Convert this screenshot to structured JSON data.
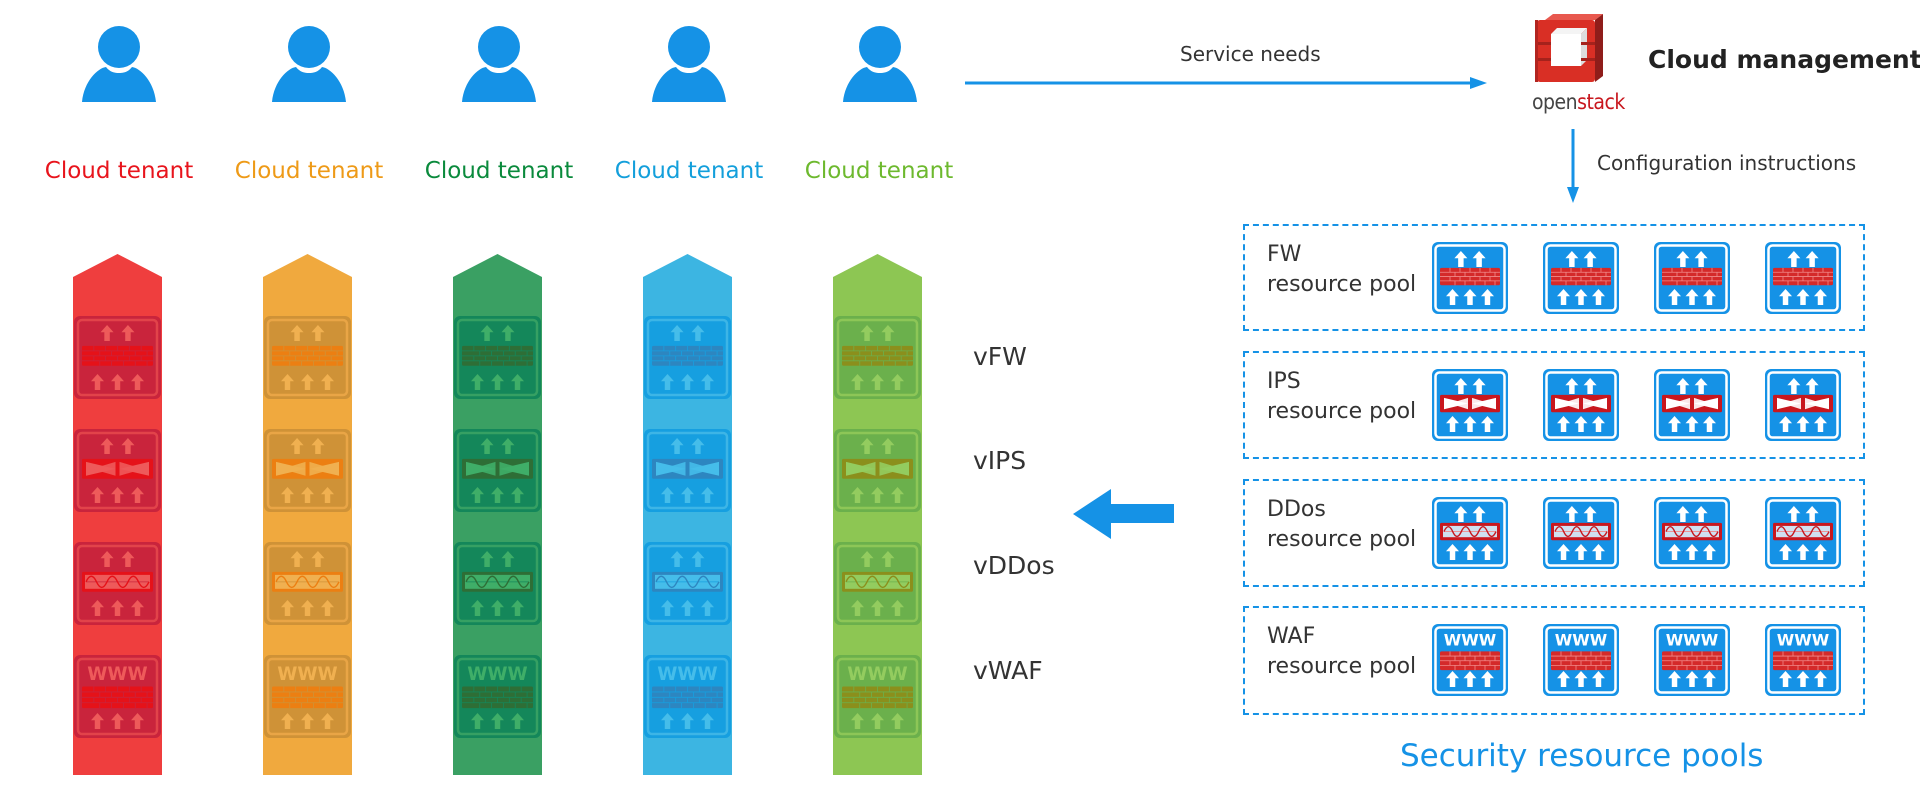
{
  "tenants": [
    {
      "label": "Cloud tenant",
      "color": "#e8141c",
      "pillar": "#ef3e3e",
      "box": "#c9243c",
      "box_border": "#e2434a",
      "glyph": "#e51219",
      "arrow": "#ee5a5a"
    },
    {
      "label": "Cloud tenant",
      "color": "#ee9a17",
      "pillar": "#f0a93e",
      "box": "#cf9237",
      "box_border": "#e9a546",
      "glyph": "#ec7f12",
      "arrow": "#f0b050"
    },
    {
      "label": "Cloud tenant",
      "color": "#0a8a3c",
      "pillar": "#3aa063",
      "box": "#14875a",
      "box_border": "#36a063",
      "glyph": "#2e6e36",
      "arrow": "#3fae68"
    },
    {
      "label": "Cloud tenant",
      "color": "#139fdb",
      "pillar": "#3cb5e2",
      "box": "#169fe0",
      "box_border": "#3db5e6",
      "glyph": "#2d86c0",
      "arrow": "#45bdea"
    },
    {
      "label": "Cloud tenant",
      "color": "#6db92e",
      "pillar": "#8dc653",
      "box": "#6bb04c",
      "box_border": "#8dc657",
      "glyph": "#8b8f1c",
      "arrow": "#93cc5f"
    }
  ],
  "user_icon": "user-icon",
  "user_color": "#1592e6",
  "virtual_services": [
    {
      "label": "vFW",
      "icon": "firewall-icon"
    },
    {
      "label": "vIPS",
      "icon": "ips-icon"
    },
    {
      "label": "vDDos",
      "icon": "ddos-icon"
    },
    {
      "label": "vWAF",
      "icon": "waf-icon"
    }
  ],
  "flow": {
    "service_needs": "Service needs",
    "configuration_instructions": "Configuration instructions"
  },
  "cloud_management": {
    "title": "Cloud management",
    "logo": {
      "part1": "open",
      "part2": "stack",
      "icon": "openstack-logo"
    }
  },
  "resource_pools": {
    "title": "Security resource pools",
    "pools": [
      {
        "name": "FW",
        "suffix": "resource pool",
        "icon": "firewall-icon",
        "count": 4
      },
      {
        "name": "IPS",
        "suffix": "resource pool",
        "icon": "ips-icon",
        "count": 4
      },
      {
        "name": "DDos",
        "suffix": "resource pool",
        "icon": "ddos-icon",
        "count": 4
      },
      {
        "name": "WAF",
        "suffix": "resource pool",
        "icon": "waf-icon",
        "count": 4
      }
    ]
  },
  "colors": {
    "accent_blue": "#1592e6",
    "brick_red": "#d42a2a",
    "openstack_red": "#c8171e",
    "text_dark": "#333333"
  }
}
